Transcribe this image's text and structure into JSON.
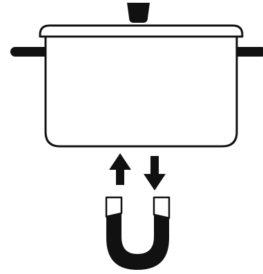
{
  "diagram": {
    "pot": {
      "icon": "cooking-pot-icon",
      "parts": [
        "lid-knob",
        "lid",
        "left-handle",
        "right-handle",
        "pot-body"
      ]
    },
    "arrows": [
      {
        "icon": "arrow-up-icon",
        "direction": "up"
      },
      {
        "icon": "arrow-down-icon",
        "direction": "down"
      }
    ],
    "magnet": {
      "icon": "horseshoe-magnet-icon"
    },
    "colors": {
      "stroke": "#111111",
      "fill": "#ffffff",
      "solid": "#111111"
    }
  }
}
